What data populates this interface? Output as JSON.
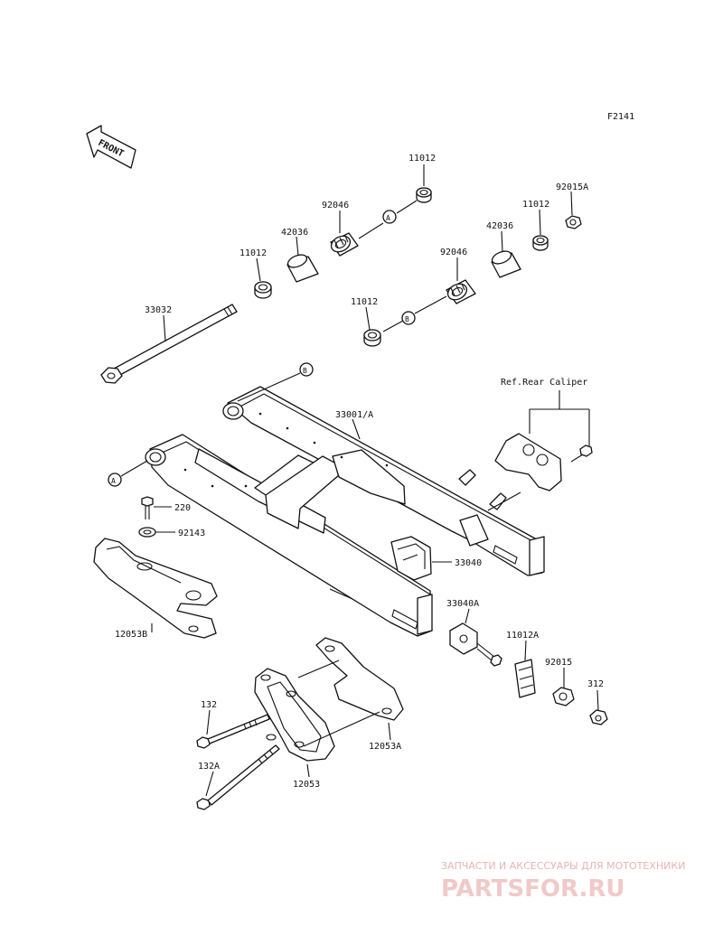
{
  "figure_id": "F2141",
  "front_label": "FRONT",
  "callouts": {
    "a": "A",
    "b": "B"
  },
  "ref_note": "Ref.Rear Caliper",
  "parts": {
    "p11012_top": "11012",
    "p92046_a": "92046",
    "p42036_a": "42036",
    "p11012_left": "11012",
    "p11012_right": "11012",
    "p92015a": "92015A",
    "p42036_b": "42036",
    "p92046_b": "92046",
    "p11012_lower": "11012",
    "p33032": "33032",
    "p33001a": "33001/A",
    "p220": "220",
    "p92143": "92143",
    "p12053b": "12053B",
    "p33040": "33040",
    "p33040a": "33040A",
    "p11012a": "11012A",
    "p92015": "92015",
    "p312": "312",
    "p132": "132",
    "p132a": "132A",
    "p12053": "12053",
    "p12053a": "12053A"
  },
  "watermark": {
    "tagline": "ЗАПЧАСТИ И АКСЕССУАРЫ ДЛЯ МОТОТЕХНИКИ",
    "logo": "PARTSFOR.RU"
  }
}
